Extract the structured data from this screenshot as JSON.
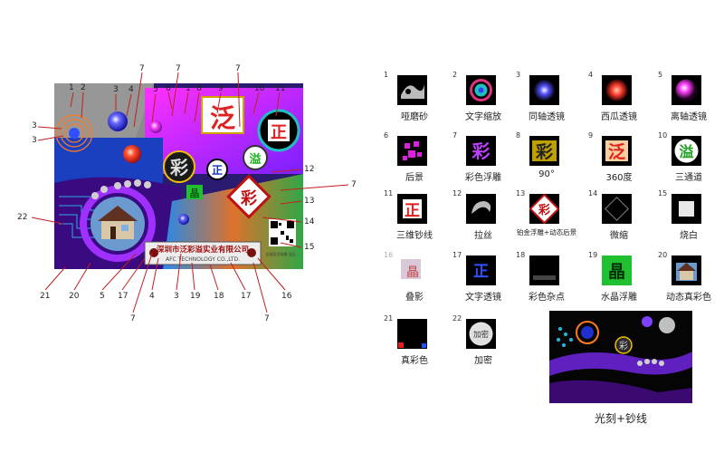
{
  "card": {
    "company_name": "深圳市泛彩溢实业有限公司",
    "company_en": "AFC TECHNOLOGY CO.,LTD.",
    "glyphs": {
      "fan": "泛",
      "zheng": "正",
      "cai": "彩",
      "yi": "溢",
      "jing": "晶"
    },
    "qr_caption": "长安区文化路 法正..."
  },
  "callout_numbers": {
    "top": [
      "1",
      "2",
      "3",
      "4",
      "5",
      "7",
      "6",
      "7",
      "1",
      "8",
      "9",
      "7",
      "10",
      "11"
    ],
    "left": [
      "3",
      "3",
      "22"
    ],
    "right": [
      "12",
      "7",
      "13",
      "14",
      "15"
    ],
    "bottom": [
      "21",
      "20",
      "5",
      "17",
      "4",
      "3",
      "19",
      "18",
      "17",
      "16",
      "7",
      "7"
    ]
  },
  "legend": [
    {
      "n": "1",
      "label": "哑磨砂",
      "icon": "matte-sand"
    },
    {
      "n": "2",
      "label": "文字缩放",
      "icon": "text-zoom"
    },
    {
      "n": "3",
      "label": "同轴透镜",
      "icon": "coaxial-lens"
    },
    {
      "n": "4",
      "label": "西瓜透镜",
      "icon": "watermelon-lens"
    },
    {
      "n": "5",
      "label": "离轴透镜",
      "icon": "off-axis-lens"
    },
    {
      "n": "6",
      "label": "后景",
      "icon": "background"
    },
    {
      "n": "7",
      "label": "彩色浮雕",
      "icon": "color-relief"
    },
    {
      "n": "8",
      "label": "90°",
      "icon": "ninety-degree"
    },
    {
      "n": "9",
      "label": "360度",
      "icon": "three-sixty"
    },
    {
      "n": "10",
      "label": "三通道",
      "icon": "three-channel"
    },
    {
      "n": "11",
      "label": "三维钞线",
      "icon": "3d-banknote-line"
    },
    {
      "n": "12",
      "label": "拉丝",
      "icon": "brushed"
    },
    {
      "n": "13",
      "label": "铂金浮雕+动态后景",
      "icon": "platinum-relief"
    },
    {
      "n": "14",
      "label": "微缩",
      "icon": "micro-text"
    },
    {
      "n": "15",
      "label": "烧白",
      "icon": "burn-white"
    },
    {
      "n": "16",
      "label": "叠影",
      "icon": "overlap-shadow"
    },
    {
      "n": "17",
      "label": "文字透镜",
      "icon": "text-lens"
    },
    {
      "n": "18",
      "label": "彩色杂点",
      "icon": "color-noise"
    },
    {
      "n": "19",
      "label": "水晶浮雕",
      "icon": "crystal-relief"
    },
    {
      "n": "20",
      "label": "动态真彩色",
      "icon": "dynamic-true-color"
    },
    {
      "n": "21",
      "label": "真彩色",
      "icon": "true-color"
    },
    {
      "n": "22",
      "label": "加密",
      "icon": "encrypted"
    }
  ],
  "legend_glyphs": {
    "cai": "彩",
    "fan": "泛",
    "yi": "溢",
    "zheng": "正",
    "jing": "晶",
    "jiami": "加密"
  },
  "preview": {
    "caption": "光刻+钞线"
  },
  "colors": {
    "magenta": "#e020e0",
    "purple": "#5a1fc8",
    "cyan": "#20c8ff",
    "red": "#e02020",
    "gold": "#f0c000"
  }
}
